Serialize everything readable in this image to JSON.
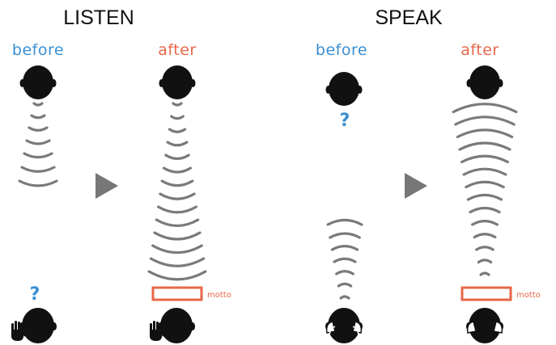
{
  "sections": {
    "listen": {
      "title": "LISTEN",
      "before_label": "before",
      "after_label": "after"
    },
    "speak": {
      "title": "SPEAK",
      "before_label": "before",
      "after_label": "after"
    }
  },
  "question_mark": "?",
  "motto_label": "motto",
  "colors": {
    "before": "#3a8fd1",
    "after": "#e8674a",
    "arc": "#7a7a7a",
    "arrow": "#777777",
    "question": "#3a8fd1"
  },
  "icons": [
    "head-icon",
    "raised-hand-icon",
    "hands-to-mouth-icon",
    "arrow-icon",
    "question-icon",
    "sound-waves"
  ]
}
